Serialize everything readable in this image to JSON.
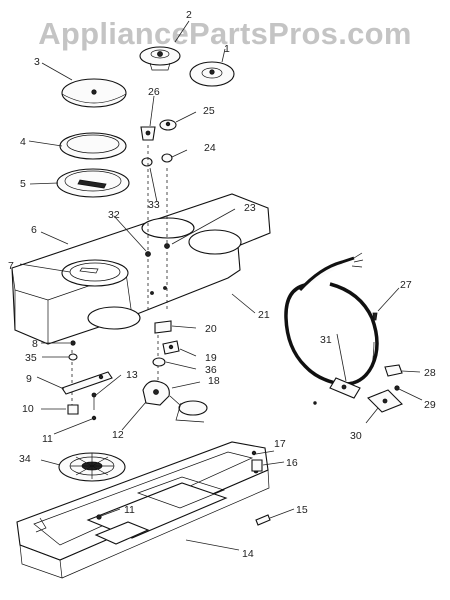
{
  "watermark": "AppliancePartsPros.com",
  "diagram": {
    "labels": {
      "n1": "1",
      "n2": "2",
      "n3": "3",
      "n4": "4",
      "n5": "5",
      "n6": "6",
      "n7": "7",
      "n8": "8",
      "n9": "9",
      "n10": "10",
      "n11a": "11",
      "n11b": "11",
      "n12": "12",
      "n13": "13",
      "n14": "14",
      "n15": "15",
      "n16": "16",
      "n17": "17",
      "n18": "18",
      "n19": "19",
      "n20": "20",
      "n21": "21",
      "n23": "23",
      "n24": "24",
      "n25": "25",
      "n26": "26",
      "n27": "27",
      "n28": "28",
      "n29": "29",
      "n30": "30",
      "n31": "31",
      "n32": "32",
      "n33": "33",
      "n34": "34",
      "n35": "35",
      "n36": "36"
    }
  }
}
